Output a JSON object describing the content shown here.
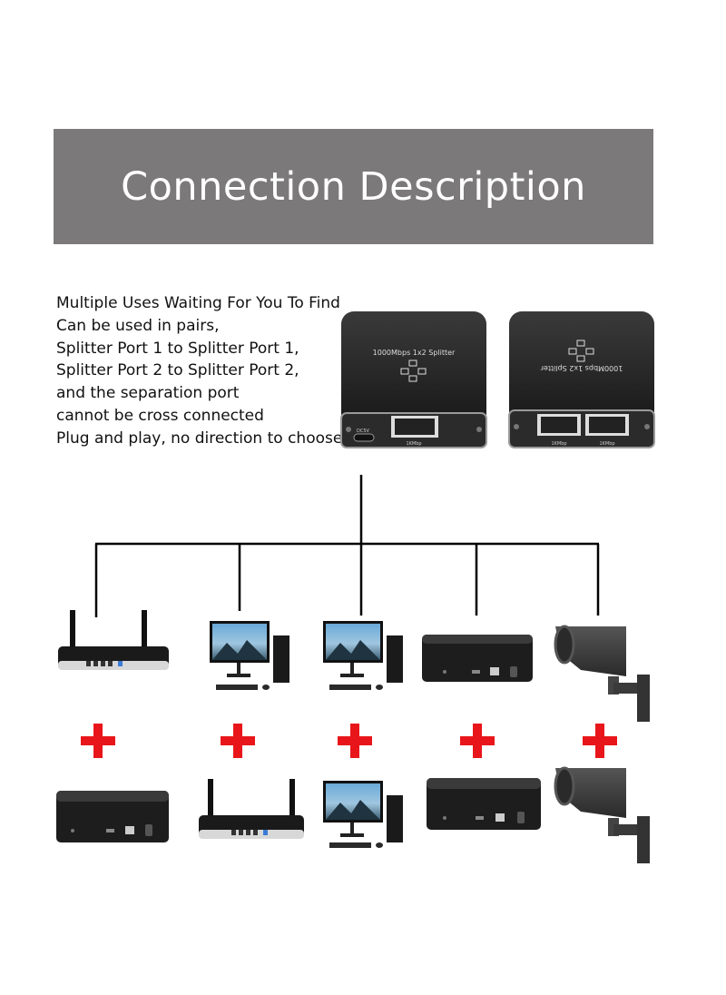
{
  "banner": {
    "title": "Connection Description"
  },
  "description": {
    "lines": [
      "Multiple Uses Waiting For You To Find",
      "Can be used in pairs,",
      "Splitter Port 1 to Splitter Port 1,",
      "Splitter Port 2 to Splitter Port 2,",
      "and the separation port",
      "cannot be cross connected",
      "Plug and play, no direction to choose"
    ]
  },
  "splitter_left": {
    "label": "1000Mbps 1x2 Splitter",
    "power_label": "DC5V",
    "port_label": "1KMbp"
  },
  "splitter_right": {
    "label": "1000Mbps 1x2 Splitter",
    "port1_label": "1KMbp",
    "port2_label": "1KMbp"
  },
  "colors": {
    "banner": "#7b7979",
    "plus": "#e8161b",
    "device": "#222222"
  }
}
